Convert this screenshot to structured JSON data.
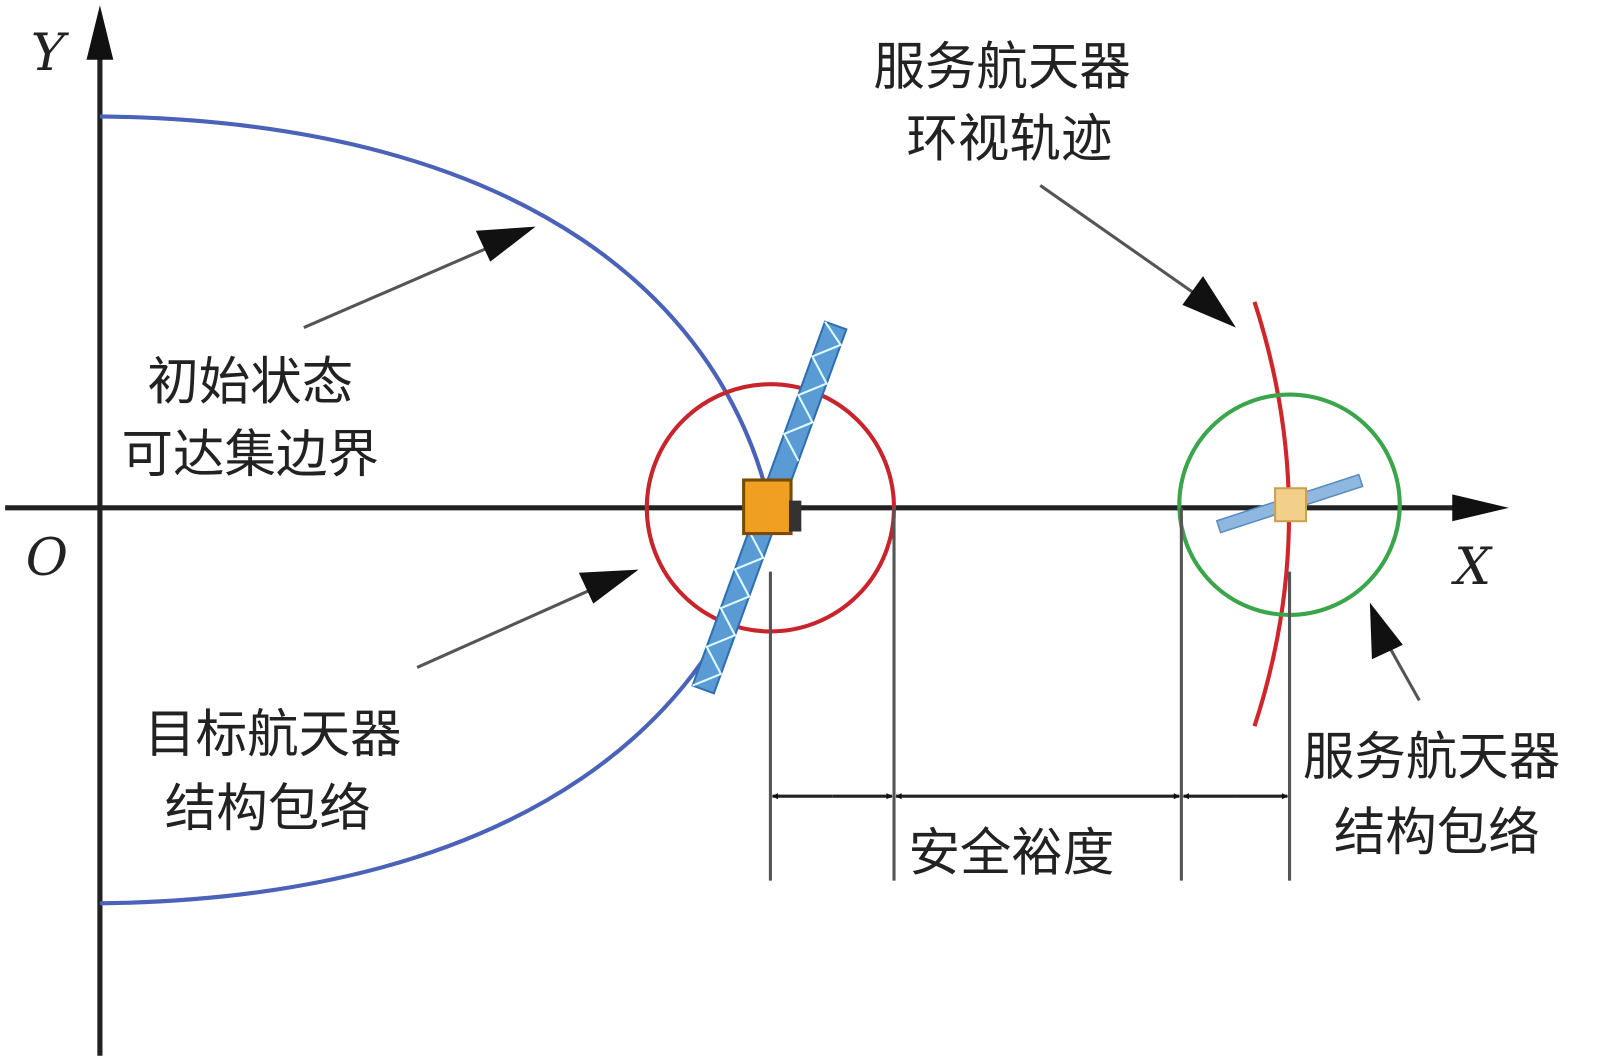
{
  "axes": {
    "y_label": "Y",
    "x_label": "X",
    "origin_label": "O"
  },
  "labels": {
    "initial_reach_line1": "初始状态",
    "initial_reach_line2": "可达集边界",
    "target_env_line1": "目标航天器",
    "target_env_line2": "结构包络",
    "service_traj_line1": "服务航天器",
    "service_traj_line2": "环视轨迹",
    "service_env_line1": "服务航天器",
    "service_env_line2": "结构包络",
    "safety_margin": "安全裕度"
  },
  "colors": {
    "reach_boundary": "#4a62b8",
    "target_envelope": "#c8242c",
    "service_envelope": "#3aa54a",
    "service_trajectory": "#d0262b",
    "axis": "#222222",
    "target_body": "#f0a020",
    "service_body": "#f3d08a",
    "panel": "#5b9bd5"
  }
}
